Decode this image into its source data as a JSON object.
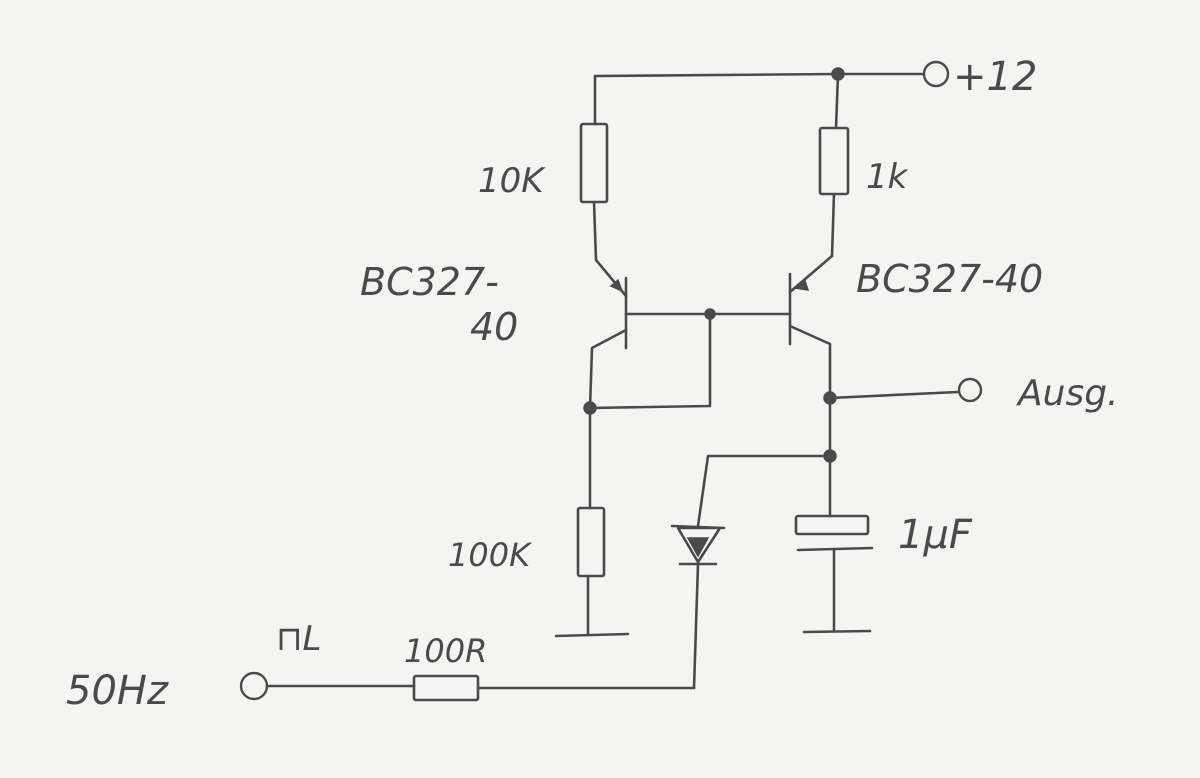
{
  "labels": {
    "supply": "+12",
    "r_top_left": "10K",
    "r_top_right": "1k",
    "q_left_line1": "BC327-",
    "q_left_line2": "40",
    "q_right": "BC327-40",
    "output": "Ausg.",
    "r_bottom": "100K",
    "cap": "1µF",
    "input_freq": "50Hz",
    "pulse_symbol": "⊓L",
    "r_input": "100R"
  },
  "colors": {
    "ink": "#4a4a4a",
    "paper": "#f4f4f2"
  }
}
